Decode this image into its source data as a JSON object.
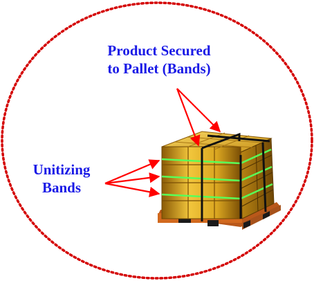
{
  "labels": {
    "product_line1": "Product Secured",
    "product_line2": "to Pallet (Bands)",
    "unitizing_line1": "Unitizing",
    "unitizing_line2": "Bands"
  },
  "colors": {
    "label_text": "#1a1ae6",
    "arrow": "#ff0000",
    "dotted_circle": "#d40000",
    "carton": "#d9a520",
    "carton_dark": "#9c6c0e",
    "unitizing_band": "#59ff59",
    "securing_band": "#111111",
    "pallet": "#d2691e"
  }
}
